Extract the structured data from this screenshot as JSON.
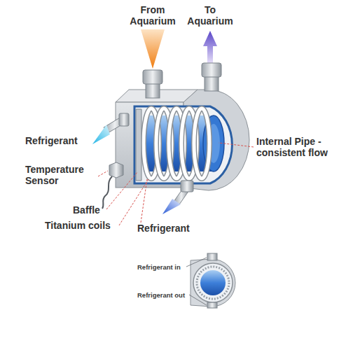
{
  "diagram": {
    "labels": [
      "From Aquarium",
      "To Aquarium",
      "Internal Pipe - consistent flow",
      "Refrigerant",
      "Temperature Sensor",
      "Baffle",
      "Titanium coils",
      "Refrigerant",
      "Refrigerant in",
      "Refrigerant out"
    ]
  }
}
